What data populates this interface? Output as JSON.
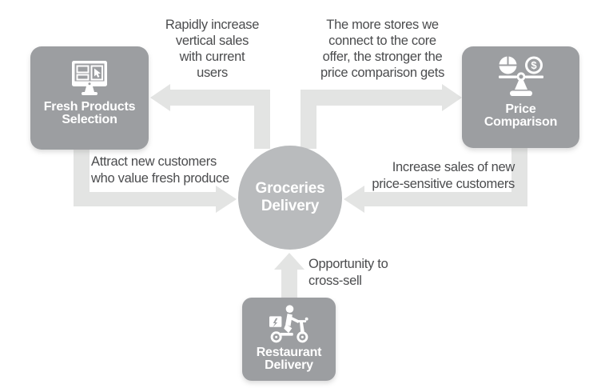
{
  "colors": {
    "box": "#9c9ea1",
    "circle": "#b9bbbd",
    "arrow": "#e3e4e3",
    "text": "#4b4c4e",
    "label": "#ffffff"
  },
  "hub": {
    "lines": [
      "Groceries",
      "Delivery"
    ]
  },
  "nodes": {
    "fresh": {
      "lines": [
        "Fresh Products",
        "Selection"
      ],
      "icon": "desktop-monitor-icon"
    },
    "price": {
      "lines": [
        "Price",
        "Comparison"
      ],
      "icon": "balance-scale-icon"
    },
    "restaurant": {
      "lines": [
        "Restaurant",
        "Delivery"
      ],
      "icon": "delivery-scooter-icon"
    }
  },
  "annotations": {
    "top_left": {
      "lines": [
        "Rapidly increase",
        "vertical sales",
        "with current",
        "users"
      ]
    },
    "top_right": {
      "lines": [
        "The more stores we",
        "connect to the core",
        "offer, the stronger the",
        "price comparison gets"
      ]
    },
    "mid_left": {
      "lines": [
        "Attract new customers",
        "who value fresh produce"
      ]
    },
    "mid_right": {
      "lines": [
        "Increase sales of new",
        "price-sensitive customers"
      ]
    },
    "bottom": {
      "lines": [
        "Opportunity to",
        "cross-sell"
      ]
    }
  },
  "icon_dollar_sign": "$"
}
